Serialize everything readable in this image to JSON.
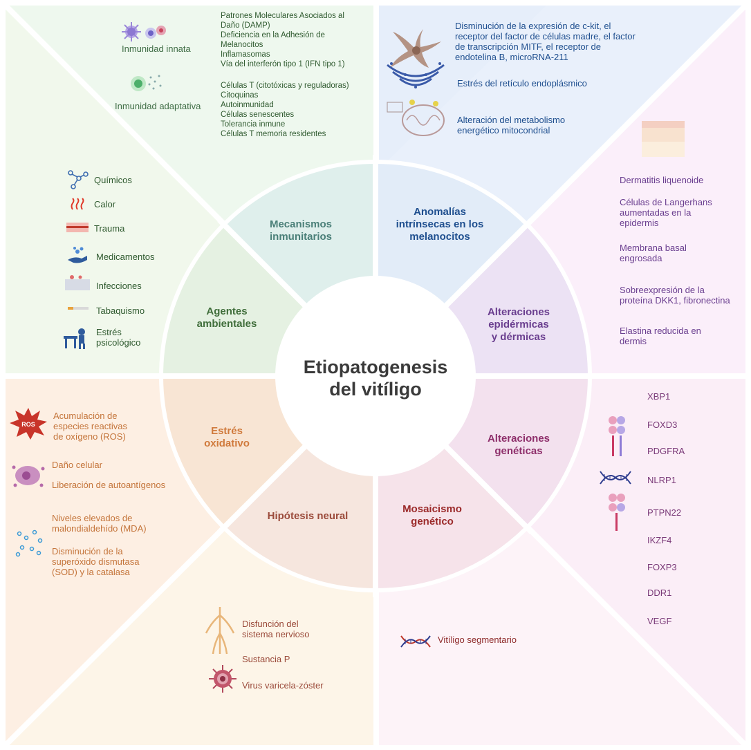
{
  "center_title": [
    "Etiopatogenesis",
    "del vitíligo"
  ],
  "segments": {
    "immune": [
      "Mecanismos",
      "inmunitarios"
    ],
    "intrinsic": [
      "Anomalías",
      "intrínsecas en los",
      "melanocitos"
    ],
    "epidermal": [
      "Alteraciones",
      "epidérmicas",
      "y dérmicas"
    ],
    "genetic": [
      "Alteraciones",
      "genéticas"
    ],
    "mosaic": [
      "Mosaicismo",
      "genético"
    ],
    "neural": [
      "Hipótesis neural"
    ],
    "oxidative": [
      "Estrés",
      "oxidativo"
    ],
    "environmental": [
      "Agentes",
      "ambientales"
    ]
  },
  "immune_panel": {
    "innate_label": "Inmunidad innata",
    "innate_items": [
      "Patrones Moleculares Asociados al",
      "Daño (DAMP)",
      "Deficiencia en la Adhesión de",
      "Melanocitos",
      "Inflamasomas",
      "Vía del interferón tipo 1 (IFN tipo 1)"
    ],
    "adaptive_label": "Inmunidad adaptativa",
    "adaptive_items": [
      "Células T (citotóxicas y reguladoras)",
      "Citoquinas",
      "Autoinmunidad",
      "Células senescentes",
      "Tolerancia inmune",
      "Células T memoria residentes"
    ]
  },
  "intrinsic_panel": {
    "item1": [
      "Disminución de la expresión de c-kit, el",
      "receptor del factor de células madre, el factor",
      "de transcripción MITF, el receptor de",
      "endotelina B, microRNA-211"
    ],
    "item2": "Estrés del retículo endoplásmico",
    "item3": [
      "Alteración del metabolismo",
      "energético mitocondrial"
    ]
  },
  "epidermal_panel": {
    "items": [
      [
        "Dermatitis liquenoide"
      ],
      [
        "Células de Langerhans",
        "aumentadas en la",
        "epidermis"
      ],
      [
        "Membrana basal",
        "engrosada"
      ],
      [
        "Sobreexpresión de la",
        "proteína DKK1, fibronectina"
      ],
      [
        "Elastina reducida en",
        "dermis"
      ]
    ]
  },
  "environmental_panel": {
    "items": [
      "Químicos",
      "Calor",
      "Trauma",
      "Medicamentos",
      "Infecciones",
      "Tabaquismo"
    ],
    "stress": [
      "Estrés",
      "psicológico"
    ]
  },
  "oxidative_panel": {
    "ros_badge": "ROS",
    "ros_text": [
      "Acumulación de",
      "especies reactivas",
      "de oxígeno (ROS)"
    ],
    "damage": "Daño celular",
    "autoantigens": "Liberación de autoantígenos",
    "mda": [
      "Niveles elevados de",
      "malondialdehído (MDA)"
    ],
    "sod": [
      "Disminución de la",
      "superóxido dismutasa",
      "(SOD) y la catalasa"
    ]
  },
  "genetic_panel": {
    "genes": [
      "XBP1",
      "FOXD3",
      "PDGFRA",
      "NLRP1",
      "PTPN22",
      "IKZF4",
      "FOXP3",
      "DDR1",
      "VEGF"
    ]
  },
  "neural_panel": {
    "nervous": [
      "Disfunción del",
      "sistema nervioso"
    ],
    "substance_p": "Sustancia P",
    "virus": "Virus varicela-zóster"
  },
  "mosaic_panel": {
    "segmental": "Vitíligo segmentario"
  },
  "colors": {
    "green_panel": "#eef7ec",
    "blue_panel": "#e9f0fb",
    "pink_panel": "#fbeffa",
    "orange_panel": "#fdf1e6"
  }
}
